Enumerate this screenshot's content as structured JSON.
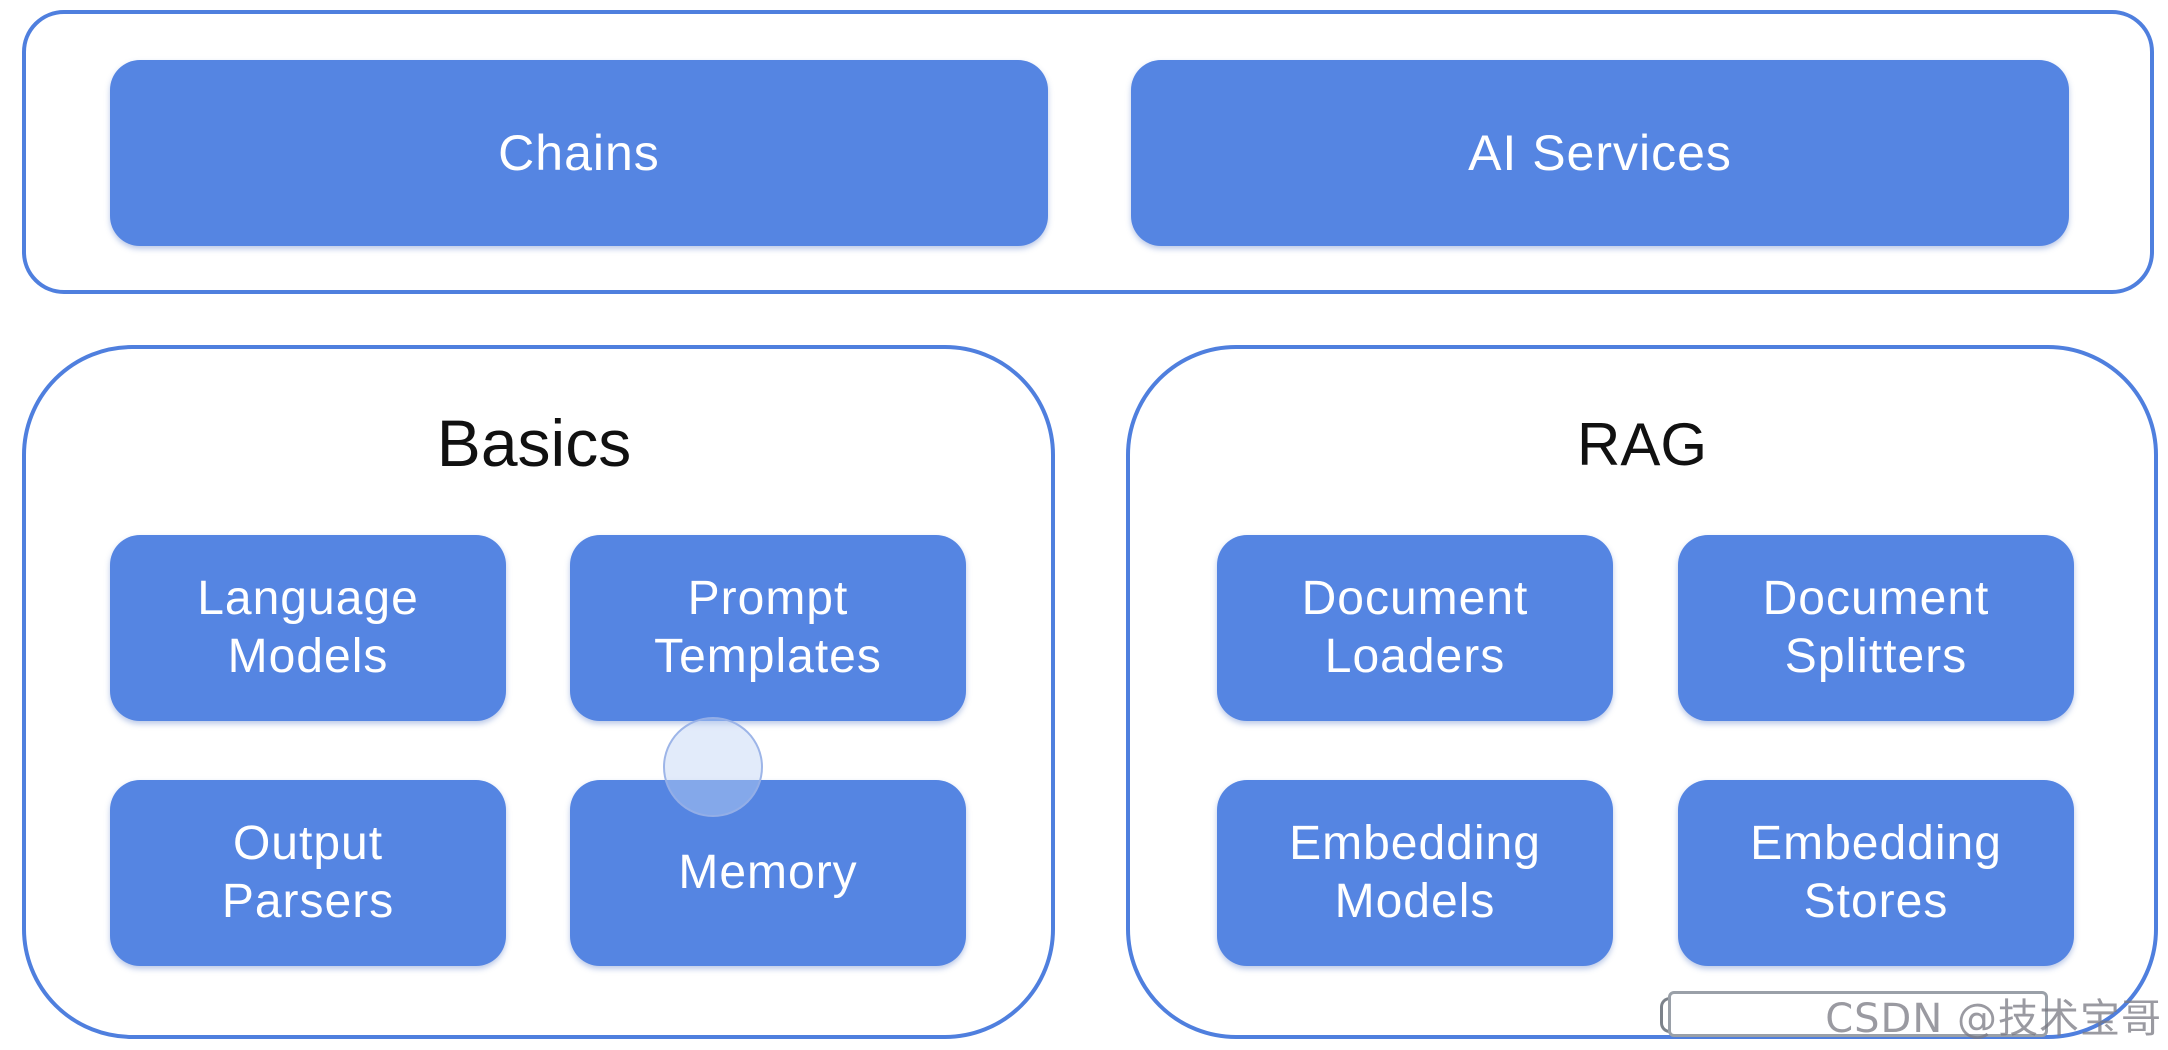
{
  "top": {
    "chains": "Chains",
    "ai_services": "AI Services"
  },
  "basics": {
    "title": "Basics",
    "items": [
      "Language\nModels",
      "Prompt\nTemplates",
      "Output\nParsers",
      "Memory"
    ]
  },
  "rag": {
    "title": "RAG",
    "items": [
      "Document\nLoaders",
      "Document\nSplitters",
      "Embedding\nModels",
      "Embedding\nStores"
    ]
  },
  "watermark": "CSDN @技术宝哥",
  "colors": {
    "box_fill": "#5585e2",
    "panel_border": "#4f7fde",
    "box_text": "#ffffff",
    "title_text": "#111111"
  }
}
